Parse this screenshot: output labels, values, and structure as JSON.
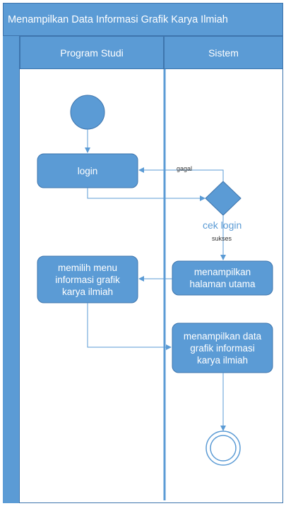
{
  "title": "Menampilkan Data Informasi Grafik Karya Ilmiah",
  "lanes": [
    {
      "label": "Program Studi"
    },
    {
      "label": "Sistem"
    }
  ],
  "nodes": {
    "login": "login",
    "decision": "cek login",
    "home": "menampilkan\nhalaman utama",
    "menu": "memilih menu\ninformasi grafik\nkarya ilmiah",
    "show": "menampilkan data\ngrafik informasi\nkarya ilmiah"
  },
  "edge_labels": {
    "fail": "gagal",
    "success": "sukses"
  },
  "colors": {
    "fill": "#5b9bd5",
    "stroke": "#3e75ad",
    "lane_line": "#5b9bd5",
    "decision_text": "#5b9bd5"
  }
}
